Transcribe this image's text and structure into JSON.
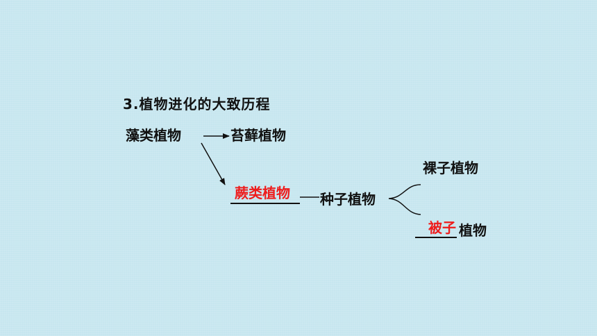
{
  "heading": "3.植物进化的大致历程",
  "nodes": {
    "algae": "藻类植物",
    "moss": "苔藓植物",
    "fern": "蕨类植物",
    "seed": "种子植物",
    "gymnosperm": "裸子植物",
    "angiosperm_answer": "被子",
    "angiosperm_suffix": "植物"
  },
  "colors": {
    "answer": "#ee1c1c",
    "text": "#111111",
    "background": "#c6e6ef"
  }
}
